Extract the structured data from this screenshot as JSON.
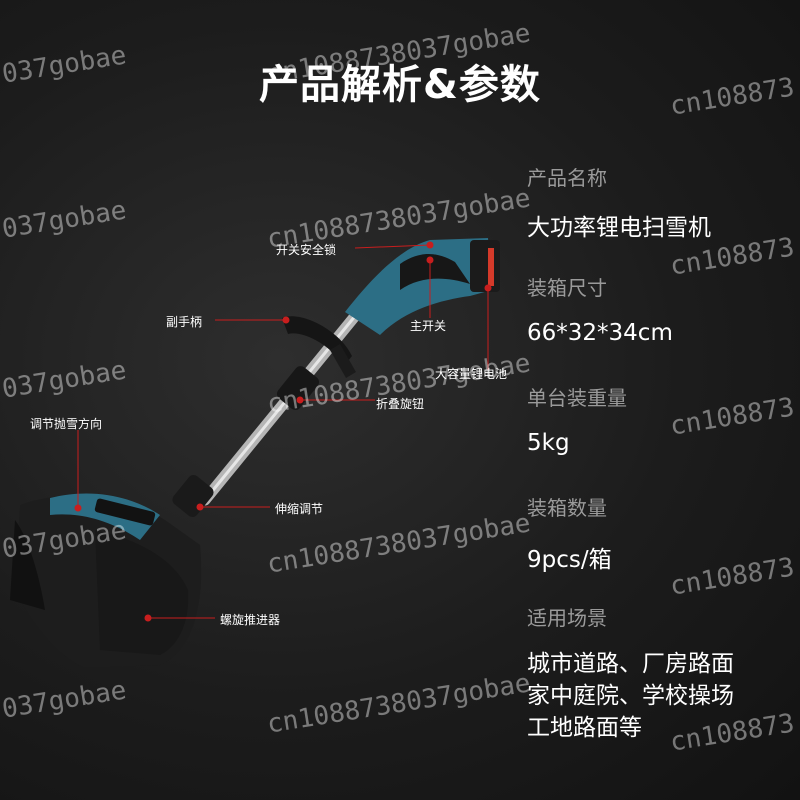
{
  "page": {
    "title": "产品解析&参数"
  },
  "callouts": {
    "safety_switch": "开关安全锁",
    "main_switch": "主开关",
    "aux_handle": "副手柄",
    "battery": "大容量锂电池",
    "fold_knob": "折叠旋钮",
    "chute_direction": "调节抛雪方向",
    "telescopic": "伸缩调节",
    "auger": "螺旋推进器"
  },
  "specs": [
    {
      "label": "产品名称",
      "value": "大功率锂电扫雪机"
    },
    {
      "label": "装箱尺寸",
      "value": "66*32*34cm"
    },
    {
      "label": "单台装重量",
      "value": "5kg"
    },
    {
      "label": "装箱数量",
      "value": "9pcs/箱"
    },
    {
      "label": "适用场景",
      "lines": [
        "城市道路、厂房路面",
        "家中庭院、学校操场",
        "工地路面等"
      ]
    }
  ],
  "watermarks": {
    "left": "037gobae",
    "center": "cn1088738037gobae",
    "right": "cn108873"
  },
  "colors": {
    "background": "#1c1c1c",
    "body_teal": "#2c6e85",
    "callout_line": "#c81e1e",
    "label_gray": "#9a9a9a"
  }
}
